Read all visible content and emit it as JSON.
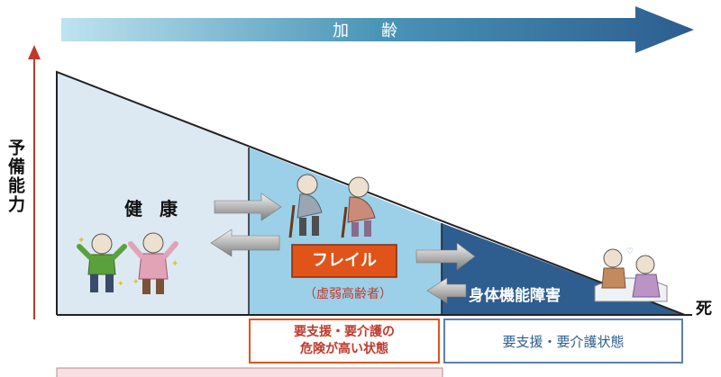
{
  "aging_arrow": {
    "label": "加　　齢"
  },
  "y_axis": {
    "label": "予備能力"
  },
  "stages": {
    "healthy": {
      "label": "健 康"
    },
    "frail": {
      "label": "フレイル",
      "sublabel": "（虚弱高齢者）"
    },
    "disabled": {
      "label": "身体機能障害"
    },
    "death": {
      "label": "死"
    }
  },
  "bottom_boxes": {
    "frail_risk": {
      "line1": "要支援・要介護の",
      "line2": "危険が高い状態"
    },
    "care_needed": {
      "label": "要支援・要介護状態"
    }
  },
  "colors": {
    "healthy_fill": "#dce9f3",
    "frail_fill": "#9bd0e8",
    "disabled_fill": "#2e5d8f",
    "axis_arrow": "#c0392b",
    "frail_box_fill": "#e0541a",
    "frail_risk_border": "#e0541a",
    "care_border": "#5b7fb5",
    "bottom_band_fill": "#f7dfe2"
  }
}
